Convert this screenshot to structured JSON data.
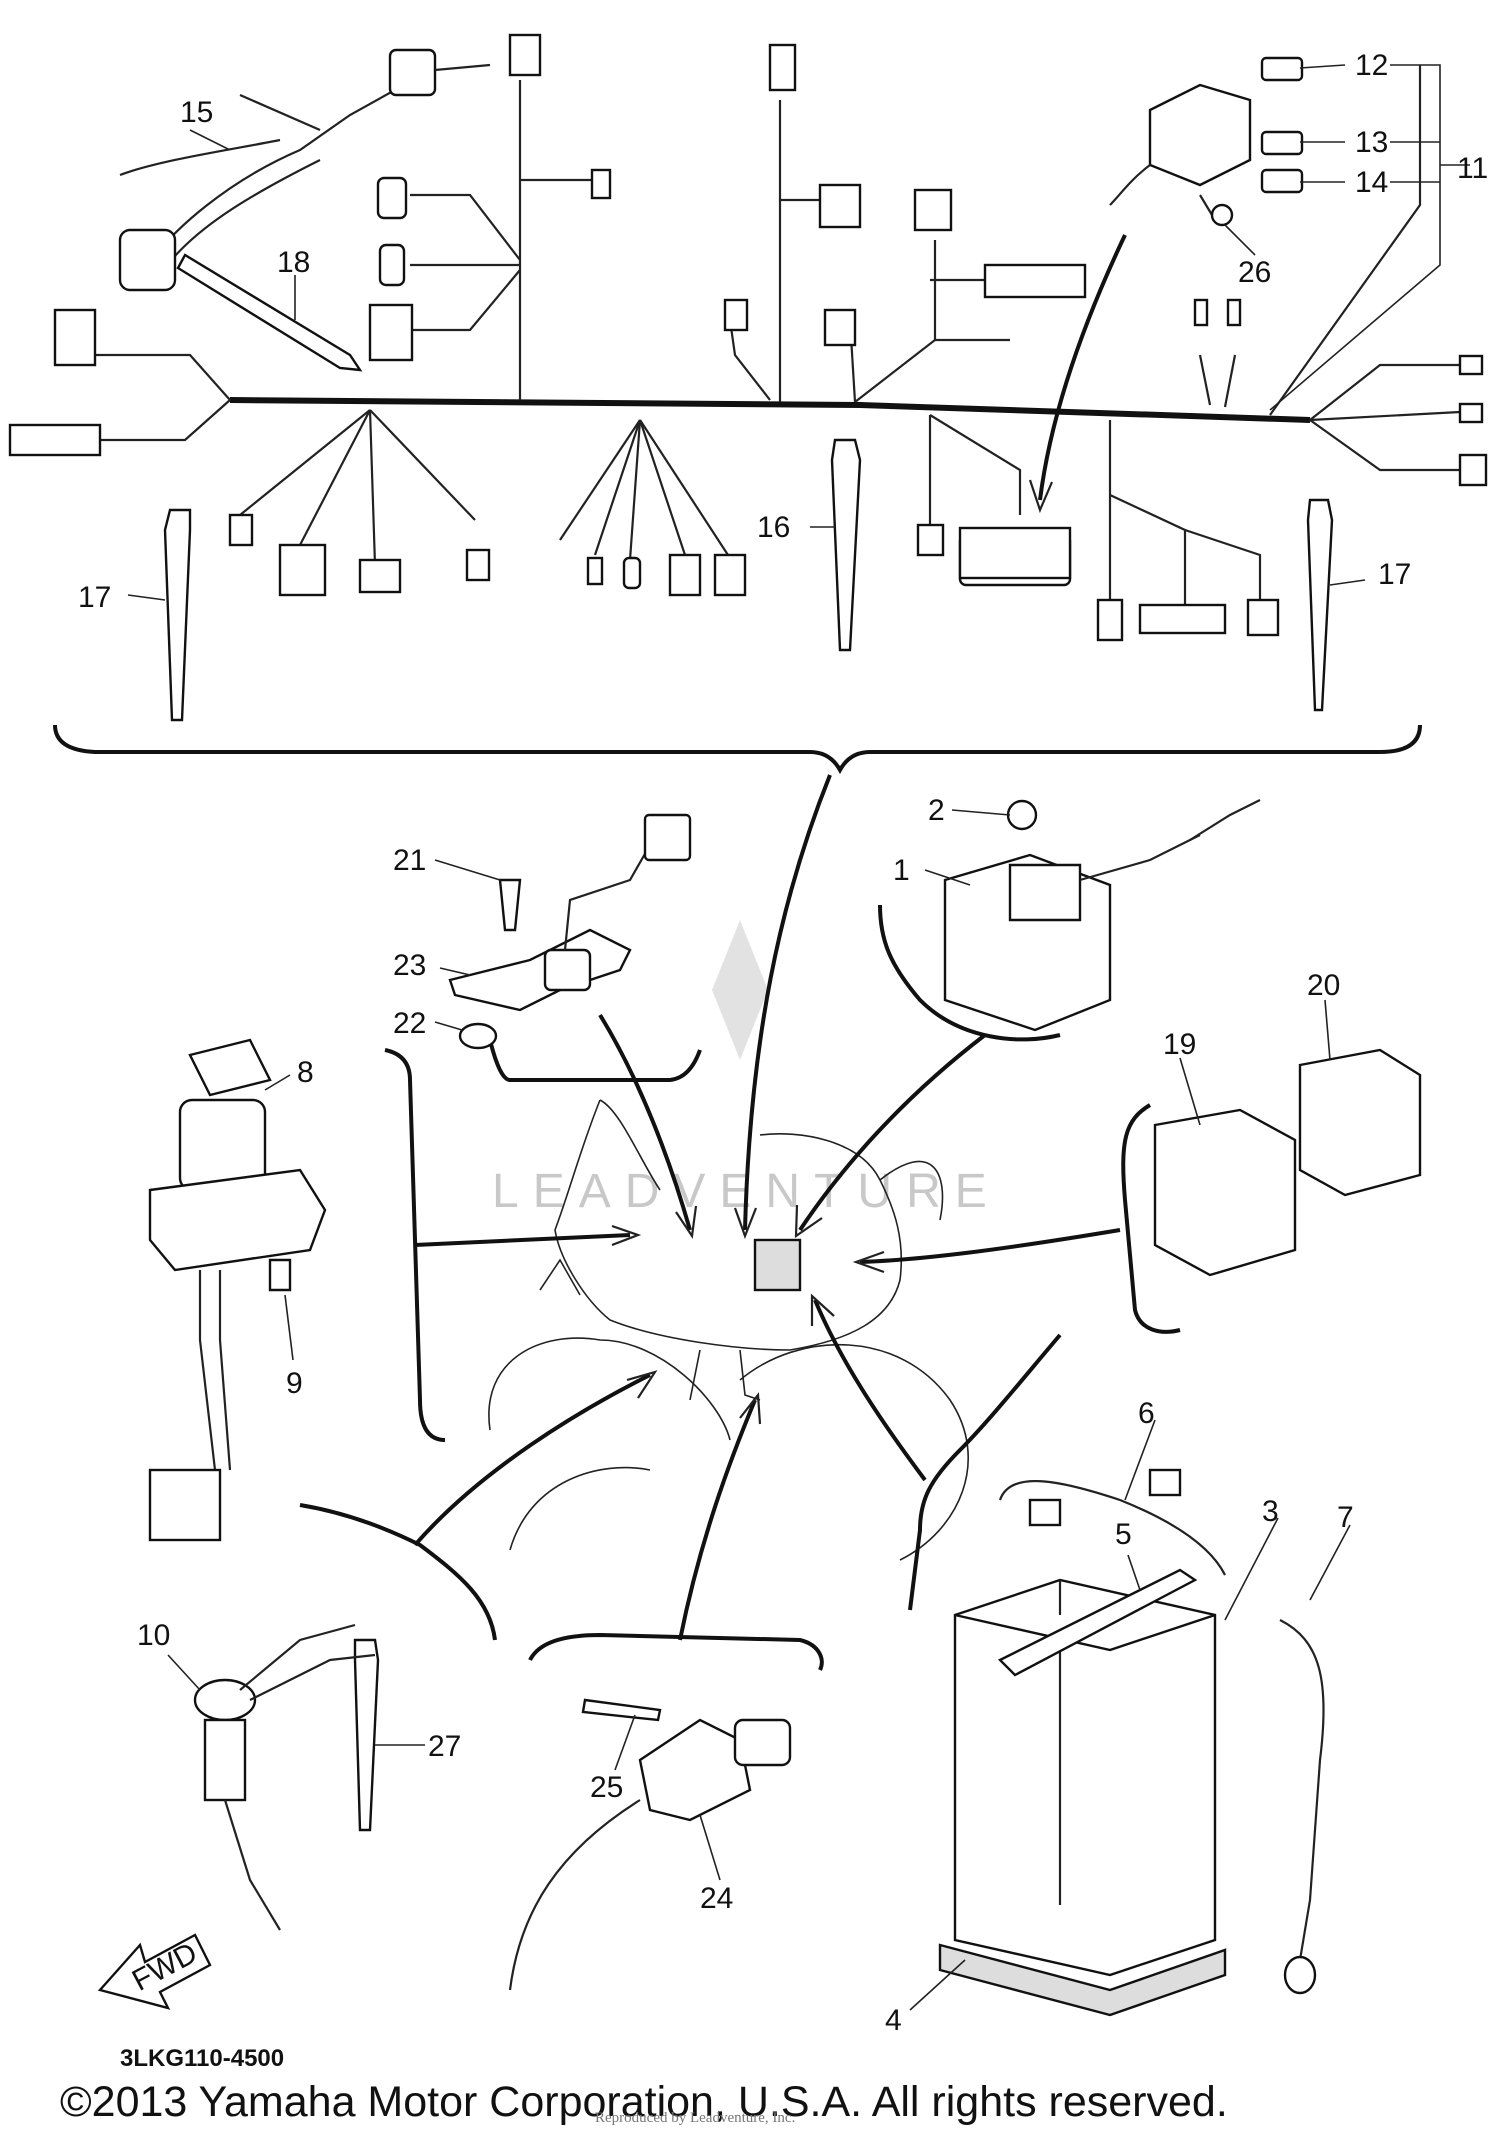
{
  "diagram": {
    "code": "3LKG110-4500",
    "copyright": "©2013 Yamaha Motor Corporation, U.S.A. All rights reserved.",
    "reproduced": "Reproduced by Leadventure, Inc.",
    "watermark": "LEADVENTURE",
    "fwd_label": "FWD",
    "callouts": [
      "1",
      "2",
      "3",
      "4",
      "5",
      "6",
      "7",
      "8",
      "9",
      "10",
      "11",
      "12",
      "13",
      "14",
      "15",
      "16",
      "17",
      "18",
      "19",
      "20",
      "21",
      "22",
      "23",
      "24",
      "25",
      "26",
      "27"
    ]
  }
}
